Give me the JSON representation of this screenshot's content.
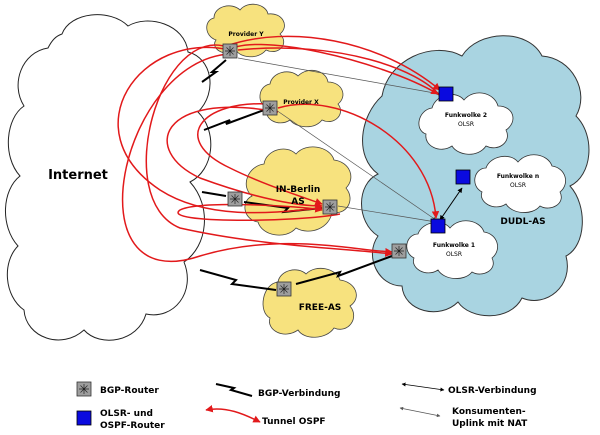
{
  "clouds": {
    "internet": "Internet",
    "provider_y": "Provider Y",
    "provider_x": "Provider X",
    "inberlin_line1": "IN-Berlin",
    "inberlin_line2": "AS",
    "free_as": "FREE-AS",
    "dudl_as": "DUDL-AS",
    "fw2_line1": "Funkwolke 2",
    "fw2_line2": "OLSR",
    "fwn_line1": "Funkwolke n",
    "fwn_line2": "OLSR",
    "fw1_line1": "Funkwolke 1",
    "fw1_line2": "OLSR"
  },
  "legend": {
    "bgp_router": "BGP-Router",
    "olsr_ospf_line1": "OLSR- und",
    "olsr_ospf_line2": "OSPF-Router",
    "bgp_link": "BGP-Verbindung",
    "tunnel_ospf": "Tunnel OSPF",
    "olsr_link": "OLSR-Verbindung",
    "consumer_line1": "Konsumenten-",
    "consumer_line2": "Uplink mit NAT"
  },
  "colors": {
    "internet_fill": "#ffffff",
    "provider_fill": "#f7e27e",
    "dudl_fill": "#a9d4e1",
    "tunnel": "#e2191b",
    "olsr_router": "#0a0adf",
    "bgp_router": "#9e9e9e"
  }
}
